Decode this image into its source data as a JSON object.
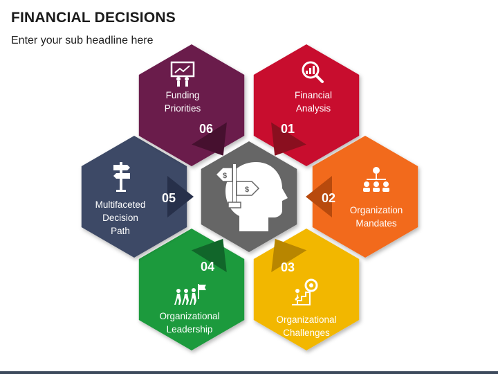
{
  "header": {
    "title": "FINANCIAL DECISIONS",
    "subtitle": "Enter your sub headline here"
  },
  "center": {
    "icon": "head-with-signpost-icon",
    "color": "#666666"
  },
  "segments": [
    {
      "num": "01",
      "lines": [
        "Financial",
        "Analysis"
      ],
      "color": "#c8102e",
      "dark": "#8a0f1f",
      "icon": "magnifier-chart-icon"
    },
    {
      "num": "02",
      "lines": [
        "Organization",
        "Mandates"
      ],
      "color": "#f26a1b",
      "dark": "#b84a0d",
      "icon": "org-chart-icon"
    },
    {
      "num": "03",
      "lines": [
        "Organizational",
        "Challenges"
      ],
      "color": "#f2b705",
      "dark": "#b88600",
      "icon": "climbing-gear-icon"
    },
    {
      "num": "04",
      "lines": [
        "Organizational",
        "Leadership"
      ],
      "color": "#1e9a3c",
      "dark": "#11662a",
      "icon": "leader-flag-icon"
    },
    {
      "num": "05",
      "lines": [
        "Multifaceted",
        "Decision",
        "Path"
      ],
      "color": "#3e4a66",
      "dark": "#27304a",
      "icon": "signpost-icon"
    },
    {
      "num": "06",
      "lines": [
        "Funding",
        "Priorities"
      ],
      "color": "#6b1a4b",
      "dark": "#46102f",
      "icon": "presentation-board-icon"
    }
  ]
}
